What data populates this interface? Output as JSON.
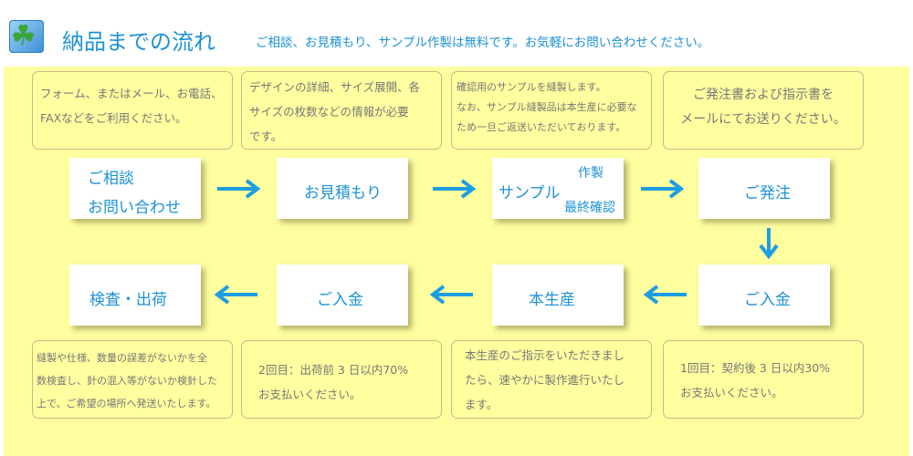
{
  "header": {
    "icon": "clover-icon",
    "title": "納品までの流れ",
    "subtitle": "ご相談、お見積もり、サンプル作製は無料です。お気軽にお問い合わせください。"
  },
  "colors": {
    "accent": "#1e92d6",
    "panel": "#ffff9f",
    "arrow": "#1d9de2"
  },
  "notes_top": [
    {
      "lines": [
        "フォーム、またはメール、お電話、",
        "FAXなどをご利用ください。"
      ]
    },
    {
      "lines": [
        "デザインの詳細、サイズ展開、各",
        "サイズの枚数などの情報が必要",
        "です。"
      ]
    },
    {
      "lines": [
        "確認用のサンプルを縫製します。",
        "なお、サンプル縫製品は本生産に必要な",
        "ため一旦ご返送いただいております。"
      ]
    },
    {
      "lines": [
        "ご発注書および指示書を",
        "メールにてお送りください。"
      ]
    }
  ],
  "steps_row1": [
    {
      "line1": "ご相談",
      "line2": "お問い合わせ"
    },
    {
      "label": "お見積もり"
    },
    {
      "main": "サンプル",
      "top": "作製",
      "bottom": "最終確認"
    },
    {
      "label": "ご発注"
    }
  ],
  "steps_row2": [
    {
      "label": "検査・出荷"
    },
    {
      "label": "ご入金"
    },
    {
      "label": "本生産"
    },
    {
      "label": "ご入金"
    }
  ],
  "notes_bottom": [
    {
      "lines": [
        "縫製や仕様、数量の誤差がないかを全",
        "数検査し、針の混入等がないか検針した",
        "上で、ご希望の場所へ発送いたします。"
      ]
    },
    {
      "lines": [
        "2回目：出荷前 3 日以内70%",
        "お支払いください。"
      ]
    },
    {
      "lines": [
        "本生産のご指示をいただきまし",
        "たら、速やかに製作進行いたし",
        "ます。"
      ]
    },
    {
      "lines": [
        "1回目：契約後 3 日以内30%",
        "お支払いください。"
      ]
    }
  ]
}
